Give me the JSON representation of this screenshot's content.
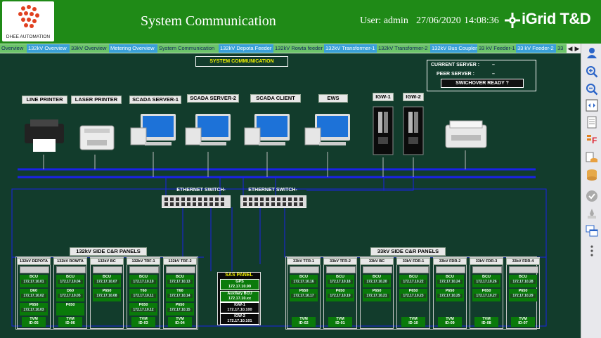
{
  "header": {
    "logo_text": "DHEE AUTOMATION",
    "title": "System Communication",
    "user": "User: admin",
    "date": "27/06/2020",
    "time": "14:08:36",
    "brand": "iGrid T&D"
  },
  "tabs": [
    {
      "label": "Overview",
      "style": "green"
    },
    {
      "label": "132kV Overview",
      "style": "blue"
    },
    {
      "label": "33kV Overview",
      "style": "green"
    },
    {
      "label": "Metering Overview",
      "style": "blue"
    },
    {
      "label": "System Communication",
      "style": "green"
    },
    {
      "label": "132kV Depota Feeder",
      "style": "blue"
    },
    {
      "label": "132kV Rowta feeder",
      "style": "green"
    },
    {
      "label": "132kV Transformer-1",
      "style": "blue"
    },
    {
      "label": "132kV Transformer-2",
      "style": "green"
    },
    {
      "label": "132kV Bus Coupler",
      "style": "blue"
    },
    {
      "label": "33 kV Feeder-1",
      "style": "green"
    },
    {
      "label": "33 kV Feeder-2",
      "style": "blue"
    },
    {
      "label": "33",
      "style": "green"
    }
  ],
  "tab_nav": {
    "prev": "◀",
    "next": "▶"
  },
  "toolbar_icons": [
    "user-icon",
    "zoom-in-icon",
    "zoom-out-icon",
    "fit-screen-icon",
    "document-icon",
    "format-icon",
    "database-sync-icon",
    "database-icon",
    "check-icon",
    "clear-icon",
    "windows-icon",
    "more-vertical-icon"
  ],
  "diagram": {
    "title": "SYSTEM COMMUNICATION",
    "current_server_label": "CURRENT SERVER :",
    "current_server_value": "–",
    "peer_server_label": "PEER SERVER :",
    "peer_server_value": "–",
    "switchover_label": "SWICHOVER READY ?",
    "devices": {
      "line_printer": "LINE PRINTER",
      "laser_printer": "LASER  PRINTER",
      "scada_server_1": "SCADA SERVER-1",
      "scada_server_2": "SCADA SERVER-2",
      "scada_client": "SCADA CLIENT",
      "ews": "EWS",
      "igw_1": "IGW-1",
      "igw_2": "IGW-2"
    },
    "switch_1": "ETHERNET SWITCH-1",
    "switch_2": "ETHERNET SWITCH-2",
    "side_132": "132kV SIDE  C&R PANELS",
    "side_33": "33kV SIDE  C&R PANELS",
    "sas": {
      "title": "SAS PANEL",
      "gps": "GPS",
      "gps_ip": "172.17.10.99",
      "aux_bcu": "Auxilary BCU",
      "aux_ip": "172.17.10.xx",
      "igw1": "IGW-1",
      "igw1_ip": "172.17.10.100",
      "igw2": "IGW-2",
      "igw2_ip": "172.17.10.101"
    },
    "panels_132": [
      {
        "title": "132kV DEPOTA",
        "bcu": "BCU",
        "ip1": "172.17.10.01",
        "p2": "D60",
        "ip2": "172.17.10.02",
        "p3": "P650",
        "ip3": "172.17.10.03",
        "tvm": "TVM",
        "tvm_id": "ID-05"
      },
      {
        "title": "132kV ROWTA",
        "bcu": "BCU",
        "ip1": "172.17.10.04",
        "p2": "D60",
        "ip2": "172.17.10.05",
        "p3": "P650",
        "ip3": "",
        "tvm": "TVM",
        "tvm_id": "ID-06"
      },
      {
        "title": "132kV BC",
        "bcu": "BCU",
        "ip1": "172.17.10.07",
        "p2": "P650",
        "ip2": "172.17.10.08",
        "p3": "",
        "ip3": "",
        "tvm": "",
        "tvm_id": ""
      },
      {
        "title": "132kV TRF-1",
        "bcu": "BCU",
        "ip1": "172.17.10.10",
        "p2": "T60",
        "ip2": "172.17.10.11",
        "p3": "P650",
        "ip3": "172.17.10.12",
        "tvm": "TVM",
        "tvm_id": "ID-03"
      },
      {
        "title": "132kV TRF-2",
        "bcu": "BCU",
        "ip1": "172.17.10.13",
        "p2": "T60",
        "ip2": "172.17.10.14",
        "p3": "P650",
        "ip3": "172.17.10.15",
        "tvm": "TVM",
        "tvm_id": "ID-04"
      }
    ],
    "panels_33": [
      {
        "title": "33kV TFR-1",
        "bcu": "BCU",
        "ip1": "172.17.10.16",
        "p2": "P650",
        "ip2": "172.17.10.17",
        "tvm": "TVM",
        "tvm_id": "ID-02"
      },
      {
        "title": "33kV TFR-2",
        "bcu": "BCU",
        "ip1": "172.17.10.18",
        "p2": "P650",
        "ip2": "172.17.10.19",
        "tvm": "TVM",
        "tvm_id": "ID-01"
      },
      {
        "title": "33kV BC",
        "bcu": "BCU",
        "ip1": "172.17.10.20",
        "p2": "P650",
        "ip2": "172.17.10.21",
        "tvm": "",
        "tvm_id": ""
      },
      {
        "title": "33kV FDR-1",
        "bcu": "BCU",
        "ip1": "172.17.10.22",
        "p2": "P650",
        "ip2": "172.17.10.23",
        "tvm": "TVM",
        "tvm_id": "ID-10"
      },
      {
        "title": "33kV FDR-2",
        "bcu": "BCU",
        "ip1": "172.17.10.24",
        "p2": "P650",
        "ip2": "172.17.10.25",
        "tvm": "TVM",
        "tvm_id": "ID-09"
      },
      {
        "title": "33kV FDR-3",
        "bcu": "BCU",
        "ip1": "172.17.10.26",
        "p2": "P650",
        "ip2": "172.17.10.27",
        "tvm": "TVM",
        "tvm_id": "ID-08"
      },
      {
        "title": "33kV FDR-4",
        "bcu": "BCU",
        "ip1": "172.17.10.28",
        "p2": "P650",
        "ip2": "172.17.10.29",
        "tvm": "TVM",
        "tvm_id": "ID-07"
      }
    ]
  },
  "colors": {
    "header": "#1f8a17",
    "canvas": "#123c2c",
    "network_bus": "#1a22e6",
    "label_bg": "#e8e8e8",
    "device_green": "#0a7a0a"
  }
}
